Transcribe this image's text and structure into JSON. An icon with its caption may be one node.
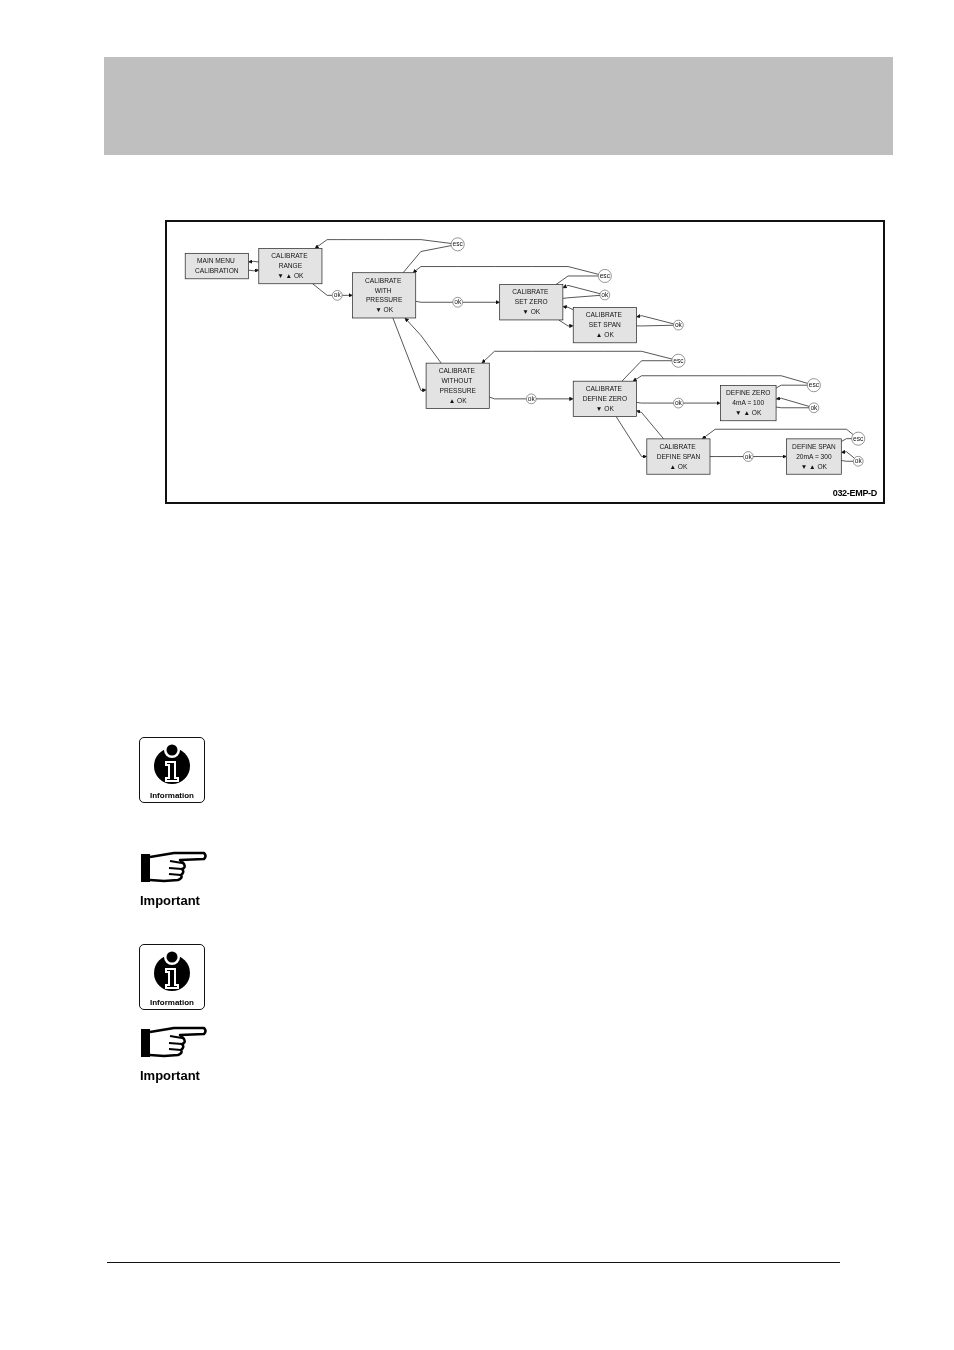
{
  "diagram": {
    "nodes": [
      {
        "text": [
          "MAIN MENU CALIBRATION"
        ]
      },
      {
        "text": [
          "CALIBRATE RANGE",
          "▼ ▲ OK"
        ]
      },
      {
        "text": [
          "esc"
        ]
      },
      {
        "text": [
          "ok"
        ]
      },
      {
        "text": [
          "CALIBRATE WITH PRESSURE",
          "▼ OK"
        ]
      },
      {
        "text": [
          "esc"
        ]
      },
      {
        "text": [
          "ok"
        ]
      },
      {
        "text": [
          "CALIBRATE SET ZERO",
          "▼ OK"
        ]
      },
      {
        "text": [
          "ok"
        ]
      },
      {
        "text": [
          "CALIBRATE SET SPAN",
          "▲ OK"
        ]
      },
      {
        "text": [
          "ok"
        ]
      },
      {
        "text": [
          "CALIBRATE WITHOUT PRESSURE",
          "▲ OK"
        ]
      },
      {
        "text": [
          "esc"
        ]
      },
      {
        "text": [
          "ok"
        ]
      },
      {
        "text": [
          "CALIBRATE DEFINE ZERO",
          "▼ OK"
        ]
      },
      {
        "text": [
          "esc"
        ]
      },
      {
        "text": [
          "ok"
        ]
      },
      {
        "text": [
          "DEFINE ZERO",
          "4mA = 100",
          "▼ ▲ OK"
        ]
      },
      {
        "text": [
          "ok"
        ]
      },
      {
        "text": [
          "CALIBRATE DEFINE SPAN",
          "▲ OK"
        ]
      },
      {
        "text": [
          "esc"
        ]
      },
      {
        "text": [
          "ok"
        ]
      },
      {
        "text": [
          "DEFINE SPAN",
          "20mA = 300",
          "▼ ▲ OK"
        ]
      },
      {
        "text": [
          "ok"
        ]
      }
    ],
    "edges": [
      {
        "from": 0,
        "to": 1,
        "arrow": "to"
      },
      {
        "from": 1,
        "to": 0,
        "arrow": "to"
      },
      {
        "from": 4,
        "to": 2,
        "arrow": "none"
      },
      {
        "from": 2,
        "to": 1,
        "arrow": "to"
      },
      {
        "from": 1,
        "to": 3,
        "arrow": "none"
      },
      {
        "from": 3,
        "to": 4,
        "arrow": "to"
      },
      {
        "from": 7,
        "to": 5,
        "arrow": "none"
      },
      {
        "from": 5,
        "to": 4,
        "arrow": "to"
      },
      {
        "from": 4,
        "to": 6,
        "arrow": "none"
      },
      {
        "from": 6,
        "to": 7,
        "arrow": "to"
      },
      {
        "from": 7,
        "to": 8,
        "arrow": "none"
      },
      {
        "from": 8,
        "to": 7,
        "arrow": "to"
      },
      {
        "from": 7,
        "to": 9,
        "arrow": "to"
      },
      {
        "from": 9,
        "to": 7,
        "arrow": "to"
      },
      {
        "from": 9,
        "to": 10,
        "arrow": "none"
      },
      {
        "from": 10,
        "to": 9,
        "arrow": "to"
      },
      {
        "from": 4,
        "to": 11,
        "arrow": "to"
      },
      {
        "from": 11,
        "to": 4,
        "arrow": "to"
      },
      {
        "from": 14,
        "to": 12,
        "arrow": "none"
      },
      {
        "from": 12,
        "to": 11,
        "arrow": "to"
      },
      {
        "from": 11,
        "to": 13,
        "arrow": "none"
      },
      {
        "from": 13,
        "to": 14,
        "arrow": "to"
      },
      {
        "from": 17,
        "to": 15,
        "arrow": "none"
      },
      {
        "from": 15,
        "to": 14,
        "arrow": "to"
      },
      {
        "from": 14,
        "to": 16,
        "arrow": "none"
      },
      {
        "from": 16,
        "to": 17,
        "arrow": "to"
      },
      {
        "from": 17,
        "to": 18,
        "arrow": "none"
      },
      {
        "from": 18,
        "to": 17,
        "arrow": "to"
      },
      {
        "from": 14,
        "to": 19,
        "arrow": "to"
      },
      {
        "from": 19,
        "to": 14,
        "arrow": "to"
      },
      {
        "from": 22,
        "to": 20,
        "arrow": "none"
      },
      {
        "from": 20,
        "to": 19,
        "arrow": "to"
      },
      {
        "from": 19,
        "to": 21,
        "arrow": "none"
      },
      {
        "from": 21,
        "to": 22,
        "arrow": "to"
      },
      {
        "from": 22,
        "to": 23,
        "arrow": "none"
      },
      {
        "from": 23,
        "to": 22,
        "arrow": "to"
      }
    ],
    "labels": [
      "032-EMP-D",
      "Information",
      "Important",
      "Information",
      "Important"
    ]
  }
}
